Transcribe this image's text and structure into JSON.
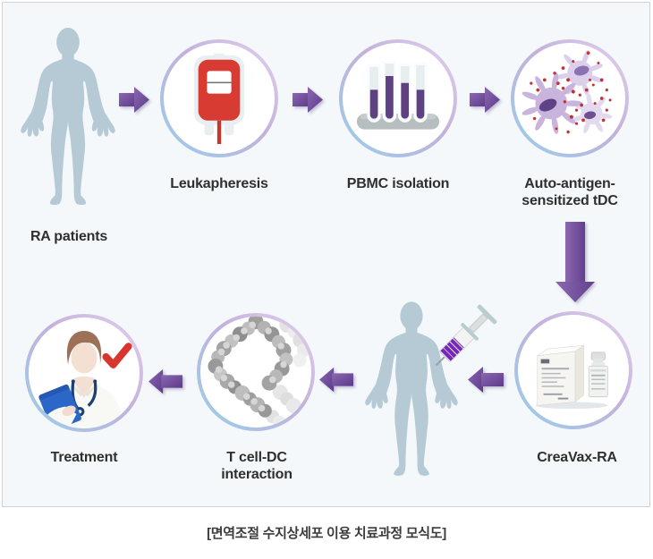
{
  "diagram": {
    "caption": "[면역조절 수지상세포 이용 치료과정 모식도]"
  },
  "steps": {
    "ra_patients": {
      "label": "RA patients"
    },
    "leukapheresis": {
      "label": "Leukapheresis"
    },
    "pbmc": {
      "label": "PBMC isolation"
    },
    "tdc": {
      "label_line1": "Auto-antigen-",
      "label_line2": "sensitized tDC"
    },
    "creavax": {
      "label": "CreaVax-RA"
    },
    "tcell": {
      "label_line1": "T cell-DC",
      "label_line2": "interaction"
    },
    "treatment": {
      "label": "Treatment"
    }
  },
  "icons": {
    "ra_patients": "human-silhouette-icon",
    "leukapheresis": "blood-bag-icon",
    "pbmc": "test-tubes-icon",
    "tdc": "dendritic-cells-icon",
    "creavax": "vaccine-box-vial-icon",
    "injection": "patient-with-syringe-icon",
    "tcell": "cell-cluster-icon",
    "treatment": "doctor-with-checkmark-icon"
  },
  "colors": {
    "panel_bg": "#f4f8fb",
    "arrow_purple_light": "#8d68b0",
    "arrow_purple_dark": "#5b3a8a",
    "ring_blue": "#9fcbe7",
    "ring_lavender": "#ddccea",
    "silhouette": "#b5cad4",
    "blood_bag_red": "#d73b31",
    "tube_liquid_purple": "#5d4180",
    "syringe_purple": "#7527b8",
    "check_red": "#d8352e",
    "clipboard_blue": "#2b66c9"
  }
}
